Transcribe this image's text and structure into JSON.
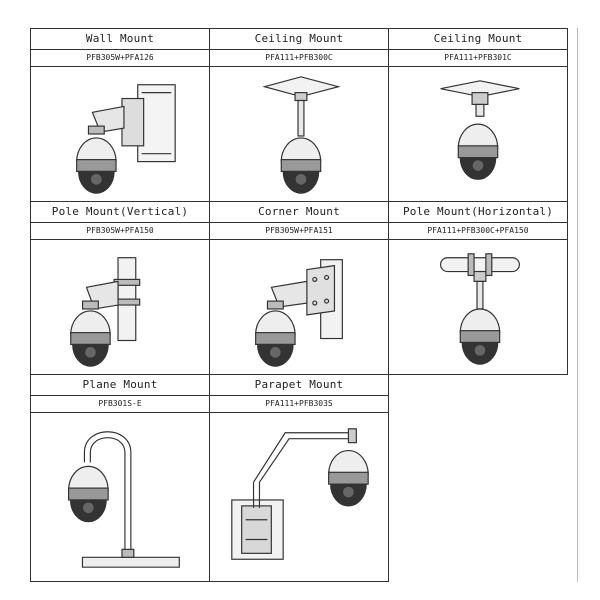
{
  "mounts": [
    {
      "title": "Wall Mount",
      "model": "PFB305W+PFA126",
      "illustration": "wall-mount"
    },
    {
      "title": "Ceiling Mount",
      "model": "PFA111+PFB300C",
      "illustration": "ceiling-mount-pendant"
    },
    {
      "title": "Ceiling Mount",
      "model": "PFA111+PFB301C",
      "illustration": "ceiling-mount-short"
    },
    {
      "title": "Pole Mount(Vertical)",
      "model": "PFB305W+PFA150",
      "illustration": "pole-mount-vertical"
    },
    {
      "title": "Corner Mount",
      "model": "PFB305W+PFA151",
      "illustration": "corner-mount"
    },
    {
      "title": "Pole Mount(Horizontal)",
      "model": "PFA111+PFB300C+PFA150",
      "illustration": "pole-mount-horizontal"
    },
    {
      "title": "Plane Mount",
      "model": "PFB301S-E",
      "illustration": "plane-mount"
    },
    {
      "title": "Parapet Mount",
      "model": "PFA111+PFB303S",
      "illustration": "parapet-mount"
    }
  ]
}
